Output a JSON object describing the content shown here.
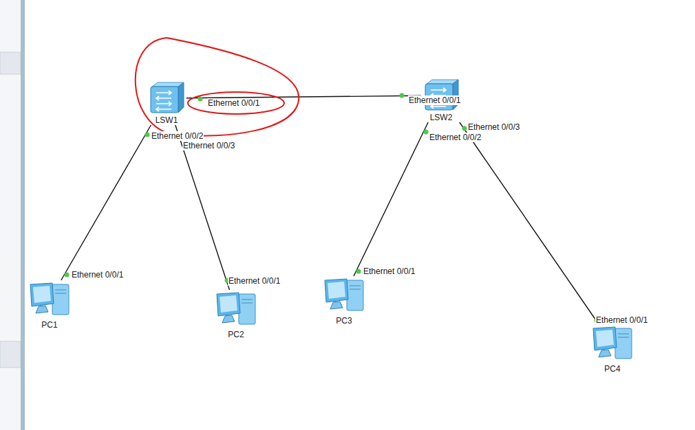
{
  "diagram": {
    "nodes": [
      {
        "text": [
          "LSW1"
        ]
      },
      {
        "text": [
          "LSW2"
        ]
      },
      {
        "text": [
          "PC1"
        ]
      },
      {
        "text": [
          "PC2"
        ]
      },
      {
        "text": [
          "PC3"
        ]
      },
      {
        "text": [
          "PC4"
        ]
      }
    ],
    "edges": [
      {
        "from": 0,
        "to": 1,
        "arrow": "none"
      },
      {
        "from": 0,
        "to": 2,
        "arrow": "none"
      },
      {
        "from": 0,
        "to": 3,
        "arrow": "none"
      },
      {
        "from": 1,
        "to": 4,
        "arrow": "none"
      },
      {
        "from": 1,
        "to": 5,
        "arrow": "none"
      }
    ],
    "labels": [
      "Ethernet 0/0/1",
      "Ethernet 0/0/1",
      "Ethernet 0/0/2",
      "Ethernet 0/0/3",
      "Ethernet 0/0/2",
      "Ethernet 0/0/3",
      "Ethernet 0/0/1",
      "Ethernet 0/0/1",
      "Ethernet 0/0/1",
      "Ethernet 0/0/1"
    ]
  }
}
